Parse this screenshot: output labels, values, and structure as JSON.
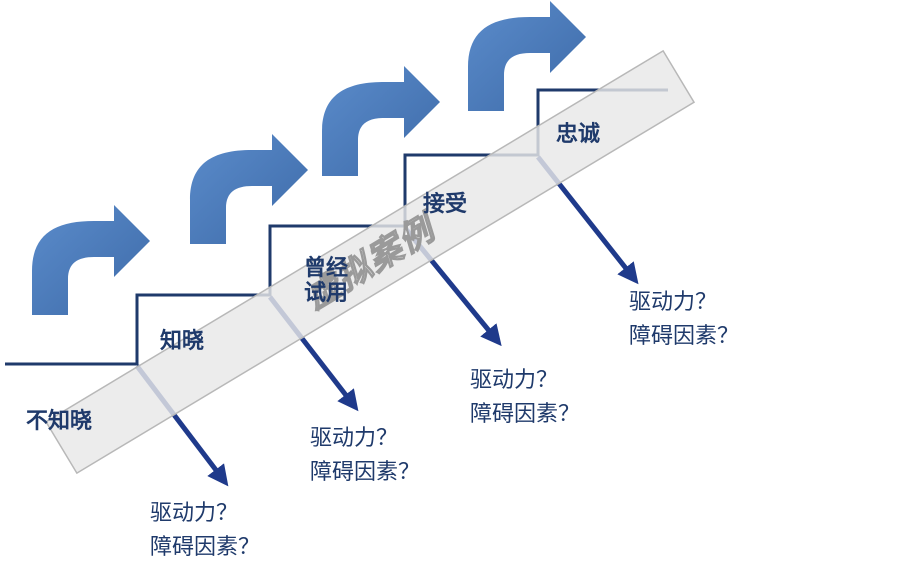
{
  "colors": {
    "step_line": "#1f3a6b",
    "arrow_fill": "#4f7fbf",
    "arrow_fill_dark": "#3d6aa8",
    "diagonal_arrow": "#1f3a8b",
    "text": "#1f3a6b",
    "watermark_band": "#e8e8e8",
    "watermark_border": "#b8b8b8"
  },
  "stages": [
    {
      "label": "不知晓"
    },
    {
      "label": "知晓"
    },
    {
      "label": "曾经\n试用"
    },
    {
      "label": "接受"
    },
    {
      "label": "忠诚"
    }
  ],
  "transitions": [
    {
      "driver": "驱动力？",
      "barrier": "障碍因素？"
    },
    {
      "driver": "驱动力？",
      "barrier": "障碍因素？"
    },
    {
      "driver": "驱动力？",
      "barrier": "障碍因素？"
    },
    {
      "driver": "驱动力？",
      "barrier": "障碍因素？"
    }
  ],
  "watermark": {
    "text": "虚拟案例"
  },
  "icons": {
    "curved_arrow": "curved-up-right-arrow-icon",
    "diagonal_arrow": "diagonal-down-arrow-icon"
  }
}
